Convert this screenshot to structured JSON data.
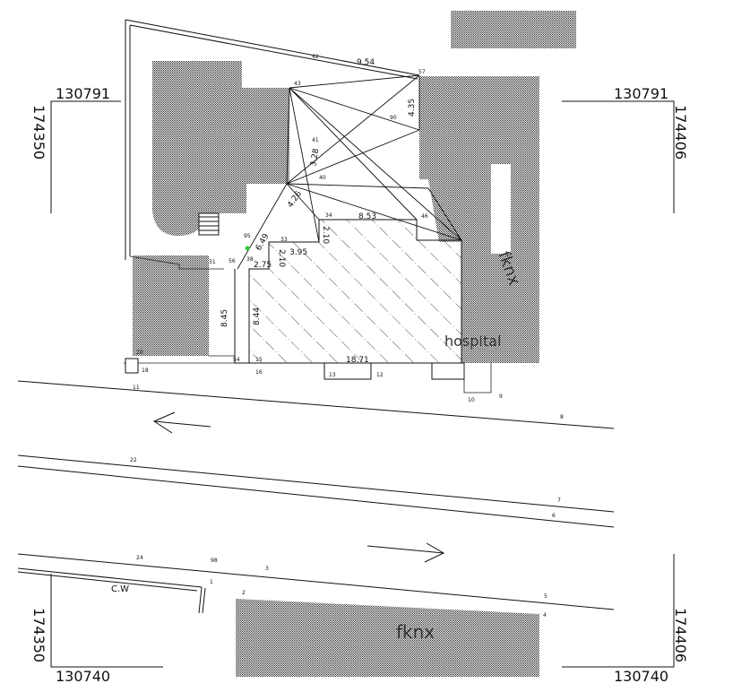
{
  "coords": {
    "top_left_x": "130791",
    "top_right_x": "130791",
    "bottom_left_x": "130740",
    "bottom_right_x": "130740",
    "left_top_y": "174350",
    "right_top_y": "174406",
    "left_bottom_y": "174350",
    "right_bottom_y": "174406"
  },
  "dimensions": {
    "d_954": "9.54",
    "d_435": "4.35",
    "d_328": "3.28",
    "d_426": "4.26",
    "d_853": "8.53",
    "d_649": "6.49",
    "d_395": "3.95",
    "d_275": "2.75",
    "d_845": "8.45",
    "d_844": "8.44",
    "d_1871": "18.71",
    "d_210a": "2.10",
    "d_210b": "2.10"
  },
  "points": {
    "p42": "42",
    "p43": "43",
    "p57": "57",
    "p90": "90",
    "p41": "41",
    "p40": "40",
    "p34": "34",
    "p46": "46",
    "p33": "33",
    "p95": "95",
    "p31": "31",
    "p56": "56",
    "p38": "38",
    "p15": "15",
    "p16": "16",
    "p54": "54",
    "p18": "18",
    "p13": "13",
    "p12": "12",
    "p10": "10",
    "p8": "8",
    "p22": "22",
    "p7": "7",
    "p6": "6",
    "p24": "24",
    "p98": "98",
    "p3": "3",
    "p2": "2",
    "p1": "1",
    "p5": "5",
    "p4": "4",
    "p9": "9",
    "p20": "20",
    "p11": "11"
  },
  "labels": {
    "cw": "C.W",
    "fknx_bottom": "fknx",
    "fknx_right": "fknx",
    "hospital": "hospital"
  },
  "colors": {
    "line": "#111111",
    "hatch_dot": "#444444",
    "highlight": "#2ecc40"
  }
}
